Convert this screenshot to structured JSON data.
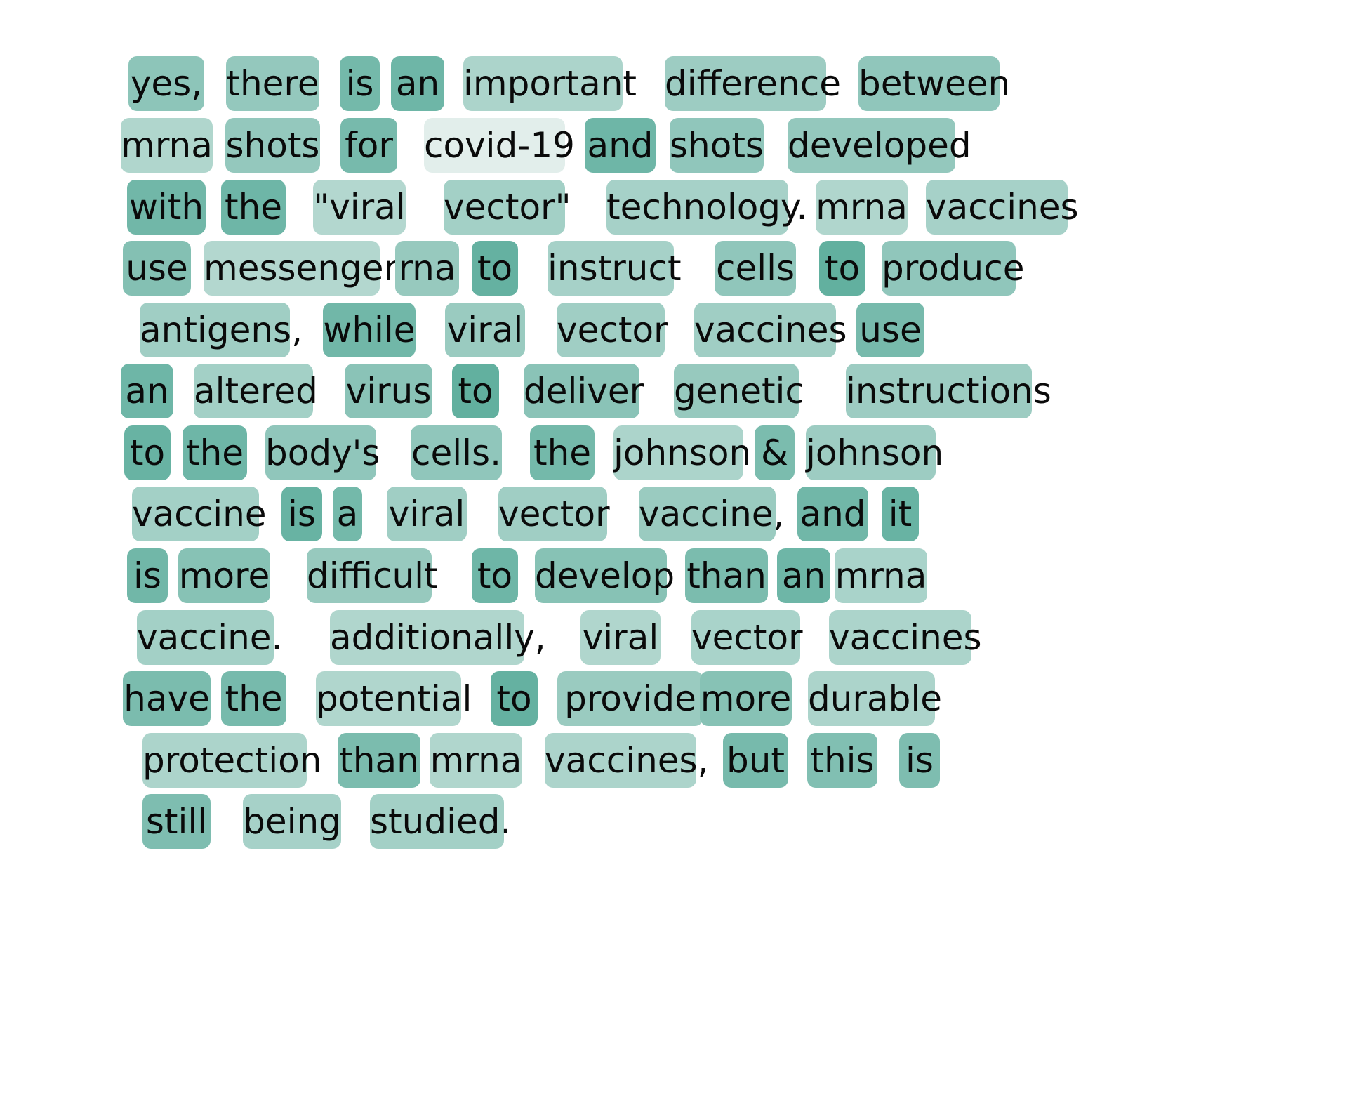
{
  "tokens": [
    {
      "text": "yes,",
      "weight": 0.62
    },
    {
      "text": "there",
      "weight": 0.58
    },
    {
      "text": "is",
      "weight": 0.78
    },
    {
      "text": "an",
      "weight": 0.82
    },
    {
      "text": "important",
      "weight": 0.42
    },
    {
      "text": "difference",
      "weight": 0.52
    },
    {
      "text": "between",
      "weight": 0.6
    },
    {
      "text": "mrna",
      "weight": 0.4
    },
    {
      "text": "shots",
      "weight": 0.58
    },
    {
      "text": "for",
      "weight": 0.76
    },
    {
      "text": "covid-19",
      "weight": 0.08
    },
    {
      "text": "and",
      "weight": 0.82
    },
    {
      "text": "shots",
      "weight": 0.6
    },
    {
      "text": "developed",
      "weight": 0.58
    },
    {
      "text": "with",
      "weight": 0.8
    },
    {
      "text": "the",
      "weight": 0.82
    },
    {
      "text": "\"viral",
      "weight": 0.38
    },
    {
      "text": "vector\"",
      "weight": 0.48
    },
    {
      "text": "technology.",
      "weight": 0.46
    },
    {
      "text": "mrna",
      "weight": 0.4
    },
    {
      "text": "vaccines",
      "weight": 0.46
    },
    {
      "text": "use",
      "weight": 0.68
    },
    {
      "text": "messenger",
      "weight": 0.38
    },
    {
      "text": "rna",
      "weight": 0.56
    },
    {
      "text": "to",
      "weight": 0.88
    },
    {
      "text": "instruct",
      "weight": 0.46
    },
    {
      "text": "cells",
      "weight": 0.6
    },
    {
      "text": "to",
      "weight": 0.9
    },
    {
      "text": "produce",
      "weight": 0.6
    },
    {
      "text": "antigens,",
      "weight": 0.5
    },
    {
      "text": "while",
      "weight": 0.8
    },
    {
      "text": "viral",
      "weight": 0.54
    },
    {
      "text": "vector",
      "weight": 0.5
    },
    {
      "text": "vaccines",
      "weight": 0.5
    },
    {
      "text": "use",
      "weight": 0.76
    },
    {
      "text": "an",
      "weight": 0.82
    },
    {
      "text": "altered",
      "weight": 0.48
    },
    {
      "text": "virus",
      "weight": 0.64
    },
    {
      "text": "to",
      "weight": 0.9
    },
    {
      "text": "deliver",
      "weight": 0.64
    },
    {
      "text": "genetic",
      "weight": 0.56
    },
    {
      "text": "instructions",
      "weight": 0.52
    },
    {
      "text": "to",
      "weight": 0.86
    },
    {
      "text": "the",
      "weight": 0.82
    },
    {
      "text": "body's",
      "weight": 0.6
    },
    {
      "text": "cells.",
      "weight": 0.6
    },
    {
      "text": "the",
      "weight": 0.78
    },
    {
      "text": "johnson",
      "weight": 0.42
    },
    {
      "text": "&",
      "weight": 0.74
    },
    {
      "text": "johnson",
      "weight": 0.52
    },
    {
      "text": "vaccine",
      "weight": 0.48
    },
    {
      "text": "is",
      "weight": 0.86
    },
    {
      "text": "a",
      "weight": 0.78
    },
    {
      "text": "viral",
      "weight": 0.5
    },
    {
      "text": "vector",
      "weight": 0.5
    },
    {
      "text": "vaccine,",
      "weight": 0.54
    },
    {
      "text": "and",
      "weight": 0.8
    },
    {
      "text": "it",
      "weight": 0.86
    },
    {
      "text": "is",
      "weight": 0.8
    },
    {
      "text": "more",
      "weight": 0.66
    },
    {
      "text": "difficult",
      "weight": 0.56
    },
    {
      "text": "to",
      "weight": 0.82
    },
    {
      "text": "develop",
      "weight": 0.66
    },
    {
      "text": "than",
      "weight": 0.74
    },
    {
      "text": "an",
      "weight": 0.82
    },
    {
      "text": "mrna",
      "weight": 0.44
    },
    {
      "text": "vaccine.",
      "weight": 0.48
    },
    {
      "text": "additionally,",
      "weight": 0.4
    },
    {
      "text": "viral",
      "weight": 0.4
    },
    {
      "text": "vector",
      "weight": 0.44
    },
    {
      "text": "vaccines",
      "weight": 0.42
    },
    {
      "text": "have",
      "weight": 0.74
    },
    {
      "text": "the",
      "weight": 0.76
    },
    {
      "text": "potential",
      "weight": 0.4
    },
    {
      "text": "to",
      "weight": 0.88
    },
    {
      "text": "provide",
      "weight": 0.54
    },
    {
      "text": "more",
      "weight": 0.66
    },
    {
      "text": "durable",
      "weight": 0.42
    },
    {
      "text": "protection",
      "weight": 0.42
    },
    {
      "text": "than",
      "weight": 0.74
    },
    {
      "text": "mrna",
      "weight": 0.4
    },
    {
      "text": "vaccines,",
      "weight": 0.42
    },
    {
      "text": "but",
      "weight": 0.76
    },
    {
      "text": "this",
      "weight": 0.7
    },
    {
      "text": "is",
      "weight": 0.72
    },
    {
      "text": "still",
      "weight": 0.72
    },
    {
      "text": "being",
      "weight": 0.46
    },
    {
      "text": "studied.",
      "weight": 0.48
    }
  ]
}
